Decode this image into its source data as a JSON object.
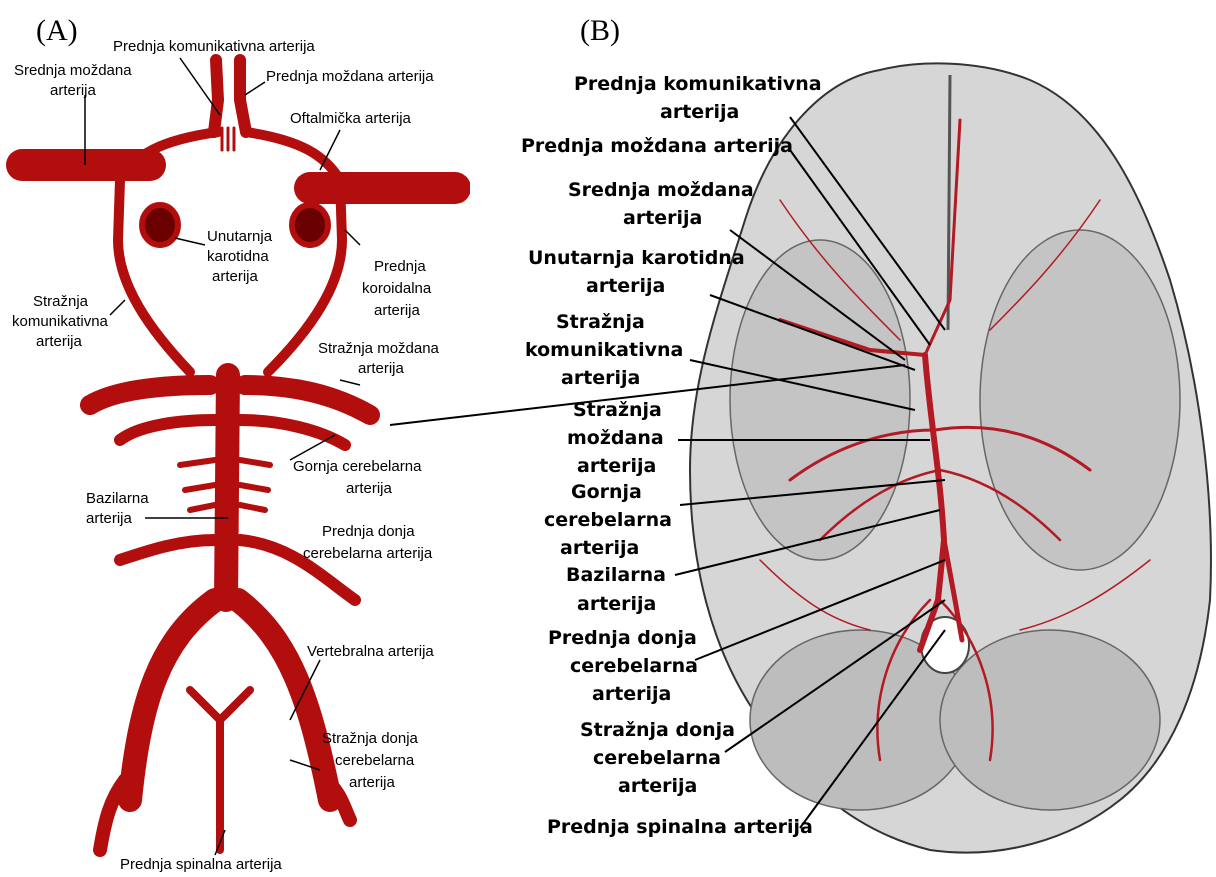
{
  "panel_a": {
    "letter": "(A)",
    "labels": {
      "prednja_komunikativna": "Prednja komunikativna arterija",
      "prednja_mozdana": "Prednja moždana arterija",
      "srednja_mozdana_1": "Srednja moždana",
      "srednja_mozdana_2": "arterija",
      "oftalmicka": "Oftalmička arterija",
      "unutarnja_1": "Unutarnja",
      "unutarnja_2": "karotidna",
      "unutarnja_3": "arterija",
      "prednja_koroidalna_1": "Prednja",
      "prednja_koroidalna_2": "koroidalna",
      "prednja_koroidalna_3": "arterija",
      "straznja_komunikativna_1": "Stražnja",
      "straznja_komunikativna_2": "komunikativna",
      "straznja_komunikativna_3": "arterija",
      "straznja_mozdana_1": "Stražnja moždana",
      "straznja_mozdana_2": "arterija",
      "gornja_cerebelarna_1": "Gornja cerebelarna",
      "gornja_cerebelarna_2": "arterija",
      "bazilarna_1": "Bazilarna",
      "bazilarna_2": "arterija",
      "prednja_donja_1": "Prednja donja",
      "prednja_donja_2": "cerebelarna arterija",
      "vertebralna": "Vertebralna arterija",
      "straznja_donja_1": "Stražnja donja",
      "straznja_donja_2": "cerebelarna",
      "straznja_donja_3": "arterija",
      "prednja_spinalna": "Prednja spinalna arterija"
    }
  },
  "panel_b": {
    "letter": "(B)",
    "labels": {
      "prednja_komunikativna_1": "Prednja komunikativna",
      "prednja_komunikativna_2": "arterija",
      "prednja_mozdana": "Prednja moždana arterija",
      "srednja_mozdana_1": "Srednja moždana",
      "srednja_mozdana_2": "arterija",
      "unutarnja_1": "Unutarnja karotidna",
      "unutarnja_2": "arterija",
      "straznja_komunikativna_1": "Stražnja",
      "straznja_komunikativna_2": "komunikativna",
      "straznja_komunikativna_3": "arterija",
      "straznja_mozdana_1": "Stražnja",
      "straznja_mozdana_2": "moždana",
      "straznja_mozdana_3": "arterija",
      "gornja_cerebelarna_1": "Gornja",
      "gornja_cerebelarna_2": "cerebelarna",
      "gornja_cerebelarna_3": "arterija",
      "bazilarna_1": "Bazilarna",
      "bazilarna_2": "arterija",
      "prednja_donja_1": "Prednja donja",
      "prednja_donja_2": "cerebelarna",
      "prednja_donja_3": "arterija",
      "straznja_donja_1": "Stražnja donja",
      "straznja_donja_2": "cerebelarna",
      "straznja_donja_3": "arterija",
      "prednja_spinalna": "Prednja spinalna arterija"
    }
  },
  "colors": {
    "artery": "#b30e0e",
    "artery_dark": "#6a0000",
    "brain_base": "#d9d9d9",
    "leader": "#000000"
  }
}
